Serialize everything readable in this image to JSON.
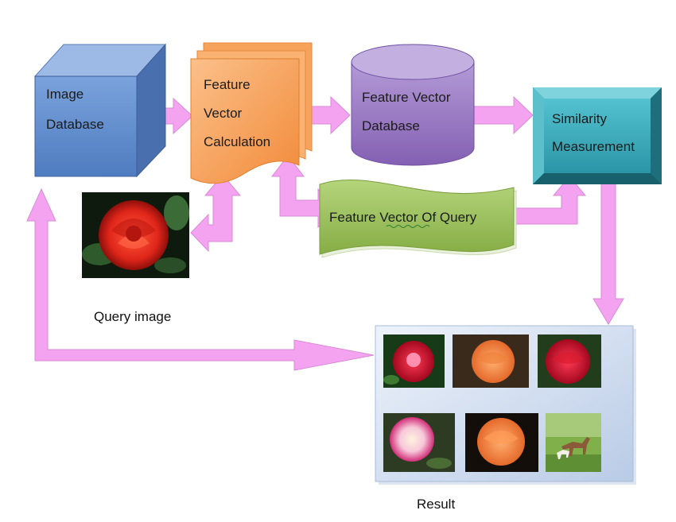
{
  "nodes": {
    "image_database": {
      "line1": "Image",
      "line2": "Database"
    },
    "feature_vector_calculation": {
      "line1": "Feature",
      "line2": "Vector",
      "line3": "Calculation"
    },
    "feature_vector_database": {
      "line1": "Feature Vector",
      "line2": "Database"
    },
    "similarity_measurement": {
      "line1": "Similarity",
      "line2": "Measurement"
    },
    "feature_vector_of_query": {
      "text": "Feature Vector Of Query"
    }
  },
  "captions": {
    "query_image": "Query image",
    "result": "Result"
  },
  "colors": {
    "arrow": "#f4a3f0",
    "arrow_stroke": "#d98ad6",
    "image_database": "#6d95cf",
    "feature_calc": "#f7a35c",
    "feature_db": "#9b79c2",
    "similarity": "#2f9fb0",
    "query_vector": "#9bc15a"
  },
  "result_images": [
    "red-pink-rose-photo",
    "orange-rose-photo",
    "red-rose-photo",
    "pink-white-rose-photo",
    "orange-rose-photo-2",
    "horses-on-grass-photo"
  ]
}
